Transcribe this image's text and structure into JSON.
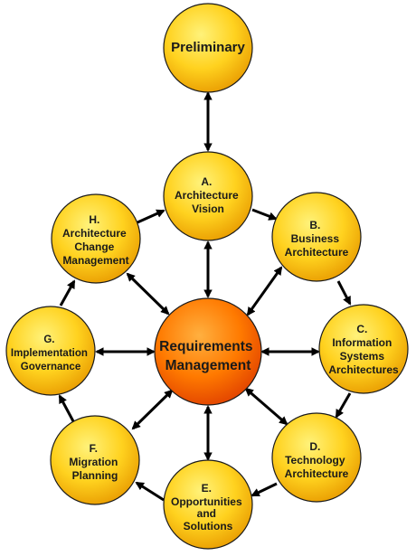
{
  "colors": {
    "node_fill_light": "#fff27a",
    "node_fill_mid": "#ffd21f",
    "node_fill_dark": "#e89a00",
    "node_stroke": "#1a1a1a",
    "center_fill_light": "#ffb040",
    "center_fill_mid": "#ff7a00",
    "center_fill_dark": "#e04000",
    "arrow": "#000000"
  },
  "nodes": [
    {
      "id": "preliminary",
      "lines": [
        "Preliminary"
      ]
    },
    {
      "id": "a",
      "lines": [
        "A.",
        "Architecture",
        "Vision"
      ]
    },
    {
      "id": "b",
      "lines": [
        "B.",
        "Business",
        "Architecture"
      ]
    },
    {
      "id": "c",
      "lines": [
        "C.",
        "Information",
        "Systems",
        "Architectures"
      ]
    },
    {
      "id": "d",
      "lines": [
        "D.",
        "Technology",
        "Architecture"
      ]
    },
    {
      "id": "e",
      "lines": [
        "E.",
        "Opportunities",
        "and",
        "Solutions"
      ]
    },
    {
      "id": "f",
      "lines": [
        "F.",
        "Migration",
        "Planning"
      ]
    },
    {
      "id": "g",
      "lines": [
        "G.",
        "Implementation",
        "Governance"
      ]
    },
    {
      "id": "h",
      "lines": [
        "H.",
        "Architecture",
        "Change",
        "Management"
      ]
    }
  ],
  "center": {
    "id": "requirements",
    "lines": [
      "Requirements",
      "Management"
    ]
  }
}
